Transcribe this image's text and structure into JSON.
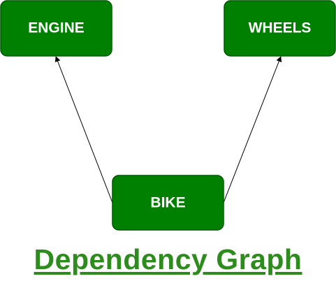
{
  "colors": {
    "node_fill": "#008000",
    "node_border": "#005700",
    "node_text": "#ffffff",
    "edge": "#000000",
    "title": "#2e8b1e"
  },
  "nodes": {
    "engine": {
      "label": "ENGINE"
    },
    "wheels": {
      "label": "WHEELS"
    },
    "bike": {
      "label": "BIKE"
    }
  },
  "edges": [
    {
      "from": "bike",
      "to": "engine"
    },
    {
      "from": "bike",
      "to": "wheels"
    }
  ],
  "title": "Dependency Graph"
}
